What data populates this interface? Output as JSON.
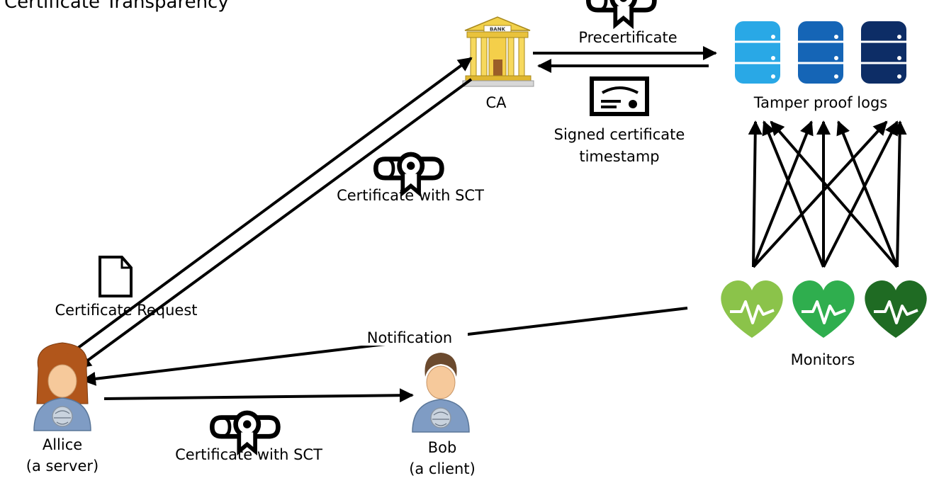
{
  "title": "Certificate Transparency",
  "nodes": {
    "ca": {
      "label": "CA",
      "bank_sign": "BANK",
      "icon": "bank-building-icon"
    },
    "logs": {
      "label": "Tamper proof logs",
      "icon": "database-icon"
    },
    "monitors": {
      "label": "Monitors",
      "icon": "heart-pulse-icon"
    },
    "alice": {
      "line1": "Allice",
      "line2": "(a server)",
      "icon": "user-avatar-icon"
    },
    "bob": {
      "line1": "Bob",
      "line2": "(a client)",
      "icon": "user-avatar-icon"
    }
  },
  "edges": {
    "precertificate": "Precertificate",
    "sct": {
      "line1": "Signed certificate",
      "line2": "timestamp"
    },
    "cert_with_sct_ca": "Certificate with SCT",
    "cert_request": "Certificate Request",
    "notification": "Notification",
    "cert_with_sct_bob": "Certificate with SCT"
  },
  "colors": {
    "log_db": [
      "#29a8e6",
      "#1565b6",
      "#0d2d66"
    ],
    "monitor_heart": [
      "#8bc34a",
      "#2fae4e",
      "#1f6b23"
    ]
  }
}
